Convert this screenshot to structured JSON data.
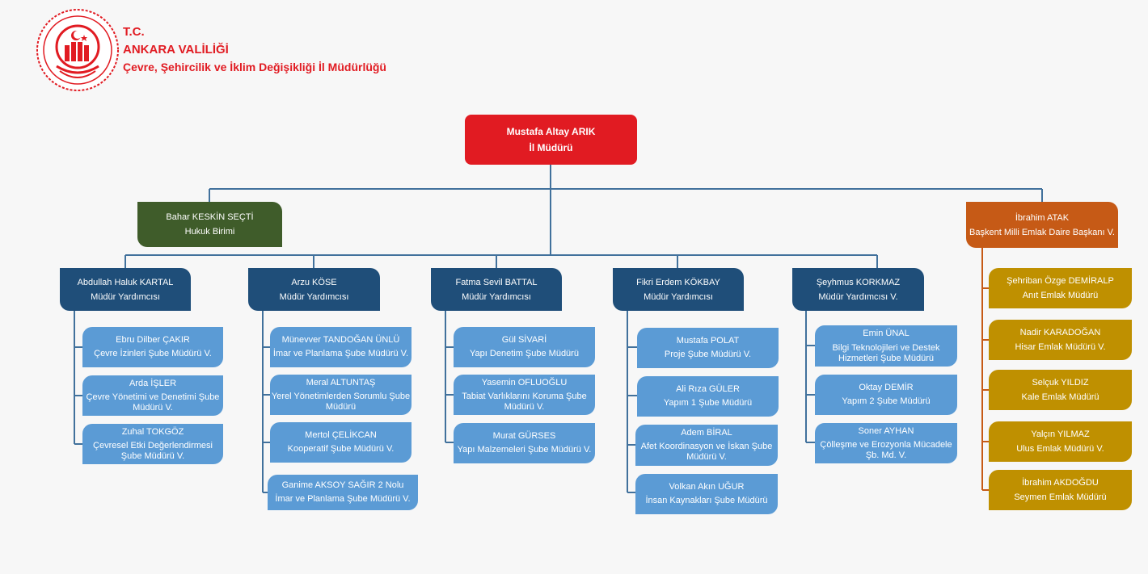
{
  "header": {
    "line1": "T.C.",
    "line2": "ANKARA VALİLİĞİ",
    "line3": "Çevre, Şehircilik ve İklim Değişikliği İl Müdürlüğü"
  },
  "director": {
    "name": "Mustafa Altay ARIK",
    "title": "İl Müdürü"
  },
  "legal": {
    "name": "Bahar KESKİN SEÇTİ",
    "title": "Hukuk Birimi"
  },
  "emlak_head": {
    "name": "İbrahim ATAK",
    "title": "Başkent Milli Emlak Daire Başkanı V."
  },
  "deputies": [
    {
      "name": "Abdullah Haluk KARTAL",
      "title": "Müdür Yardımcısı",
      "units": [
        {
          "name": "Ebru Dilber ÇAKIR",
          "title": "Çevre İzinleri Şube Müdürü V."
        },
        {
          "name": "Arda İŞLER",
          "title": "Çevre Yönetimi ve Denetimi Şube Müdürü V."
        },
        {
          "name": "Zuhal TOKGÖZ",
          "title": "Çevresel Etki Değerlendirmesi Şube Müdürü V."
        }
      ]
    },
    {
      "name": "Arzu KÖSE",
      "title": "Müdür Yardımcısı",
      "units": [
        {
          "name": "Münevver TANDOĞAN ÜNLÜ",
          "title": "İmar ve Planlama Şube Müdürü V."
        },
        {
          "name": "Meral ALTUNTAŞ",
          "title": "Yerel Yönetimlerden Sorumlu Şube Müdürü"
        },
        {
          "name": "Mertol ÇELİKCAN",
          "title": "Kooperatif Şube Müdürü V."
        },
        {
          "name": "Ganime AKSOY SAĞIR 2 Nolu",
          "title": "İmar ve Planlama Şube Müdürü V."
        }
      ]
    },
    {
      "name": "Fatma Sevil BATTAL",
      "title": "Müdür Yardımcısı",
      "units": [
        {
          "name": "Gül SİVARİ",
          "title": "Yapı Denetim Şube Müdürü"
        },
        {
          "name": "Yasemin OFLUOĞLU",
          "title": "Tabiat Varlıklarını Koruma Şube Müdürü V."
        },
        {
          "name": "Murat GÜRSES",
          "title": "Yapı Malzemeleri Şube Müdürü V."
        }
      ]
    },
    {
      "name": "Fikri Erdem KÖKBAY",
      "title": "Müdür Yardımcısı",
      "units": [
        {
          "name": "Mustafa POLAT",
          "title": "Proje Şube Müdürü V."
        },
        {
          "name": "Ali Rıza GÜLER",
          "title": "Yapım 1 Şube Müdürü"
        },
        {
          "name": "Adem BİRAL",
          "title": "Afet Koordinasyon ve İskan Şube Müdürü V."
        },
        {
          "name": "Volkan Akın UĞUR",
          "title": "İnsan Kaynakları Şube Müdürü"
        }
      ]
    },
    {
      "name": "Şeyhmus KORKMAZ",
      "title": "Müdür Yardımcısı V.",
      "units": [
        {
          "name": "Emin ÜNAL",
          "title": "Bilgi Teknolojileri ve Destek Hizmetleri Şube Müdürü"
        },
        {
          "name": "Oktay DEMİR",
          "title": "Yapım 2 Şube Müdürü"
        },
        {
          "name": "Soner AYHAN",
          "title": "Çölleşme ve Erozyonla Mücadele Şb. Md. V."
        }
      ]
    }
  ],
  "emlak_units": [
    {
      "name": "Şehriban Özge DEMİRALP",
      "title": "Anıt Emlak Müdürü"
    },
    {
      "name": "Nadir KARADOĞAN",
      "title": "Hisar Emlak Müdürü V."
    },
    {
      "name": "Selçuk YILDIZ",
      "title": "Kale Emlak Müdürü"
    },
    {
      "name": "Yalçın YILMAZ",
      "title": "Ulus Emlak Müdürü V."
    },
    {
      "name": "İbrahim AKDOĞDU",
      "title": "Seymen Emlak Müdürü"
    }
  ],
  "colors": {
    "director": "#e11b22",
    "legal": "#3f5c2a",
    "emlak_head": "#c65a16",
    "deputy": "#1f4e79",
    "unit": "#5b9bd5",
    "emlak_unit": "#bf9000",
    "connector": "#41719c",
    "emlak_connector": "#c65a16"
  },
  "logo": {
    "icon": "ministry-seal-icon"
  }
}
